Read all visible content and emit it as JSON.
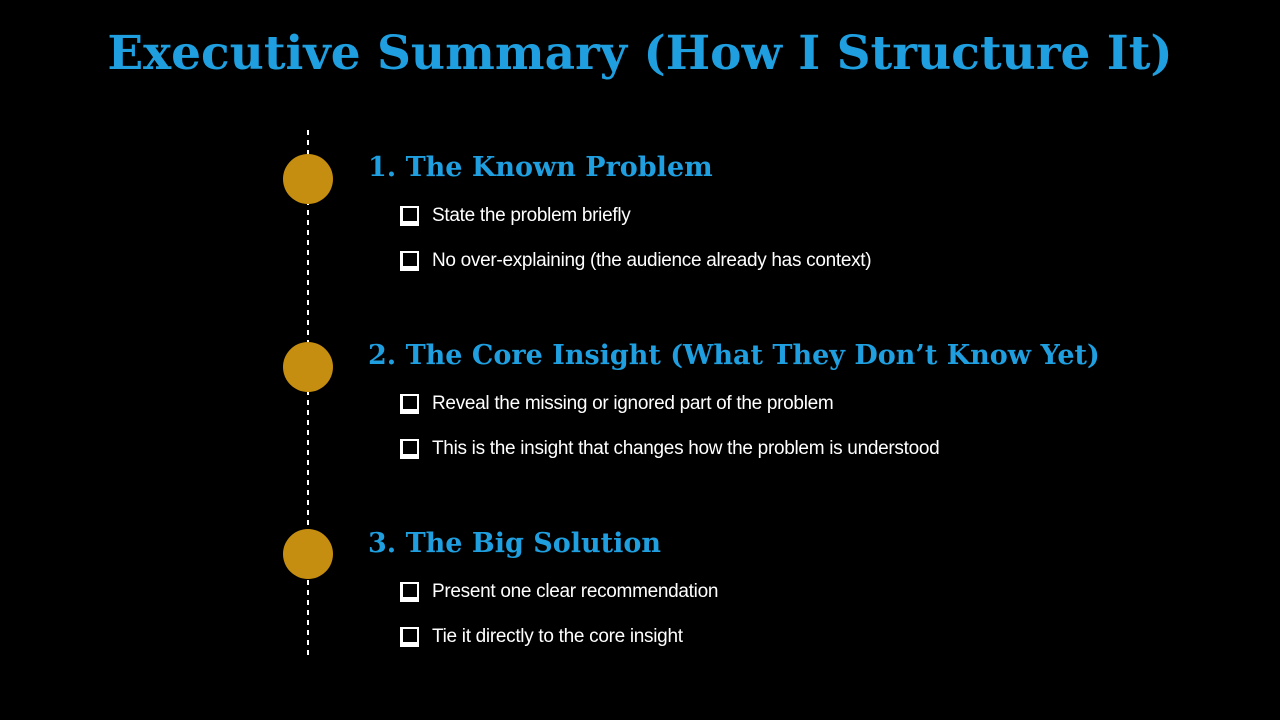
{
  "slide": {
    "title": "Executive Summary (How I Structure It)",
    "bullet_icon": "empty-checkbox-icon",
    "timeline_style": "white-dashed-vertical-line-with-gold-dots",
    "colors": {
      "background": "#000000",
      "accent_blue": "#1F9FDF",
      "accent_gold": "#C68E10",
      "body_text": "#FFFFFF",
      "timeline_line": "#FFFFFF"
    },
    "sections": [
      {
        "heading": "1. The Known Problem",
        "bullets": [
          "State the problem briefly",
          "No over-explaining (the audience already has context)"
        ]
      },
      {
        "heading": "2. The Core Insight (What They Don’t Know Yet)",
        "bullets": [
          "Reveal the missing or ignored part of the problem",
          "This is the insight that changes how the problem is understood"
        ]
      },
      {
        "heading": "3. The Big Solution",
        "bullets": [
          "Present one clear recommendation",
          "Tie it directly to the core insight"
        ]
      }
    ]
  }
}
